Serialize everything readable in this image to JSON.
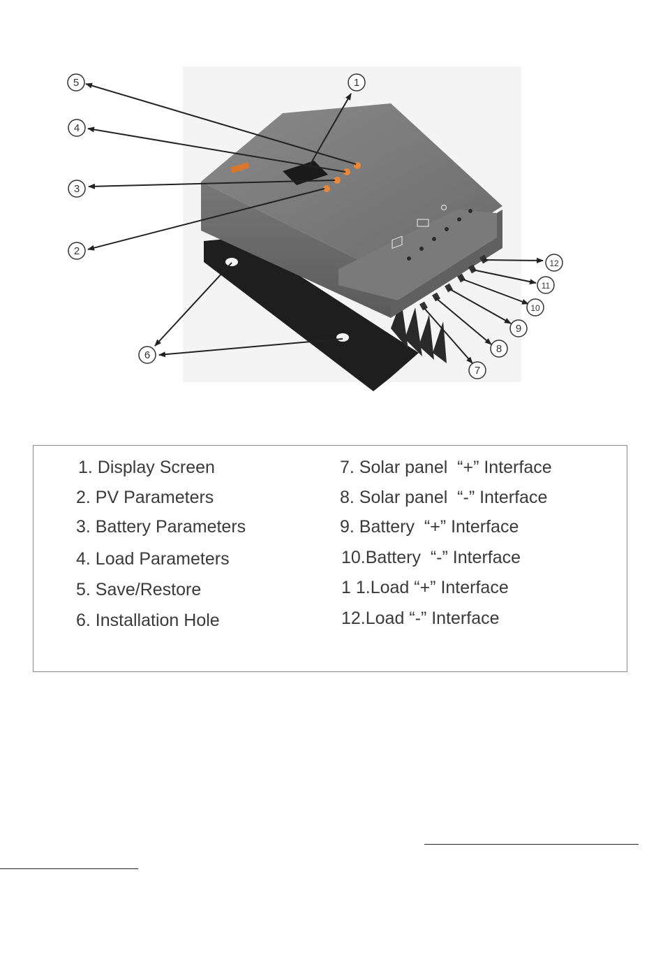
{
  "diagram": {
    "callouts": [
      "1",
      "2",
      "3",
      "4",
      "5",
      "6",
      "7",
      "8",
      "9",
      "10",
      "11",
      "12"
    ]
  },
  "legend": {
    "left": [
      "1. Display Screen",
      "2. PV Parameters",
      "3. Battery Parameters",
      "4. Load Parameters",
      "5. Save/Restore",
      "6. Installation Hole"
    ],
    "right": [
      "7. Solar panel  “+” Interface",
      "8. Solar panel  “-” Interface",
      "9. Battery  “+” Interface",
      "10.Battery  “-” Interface",
      "1 1.Load “+” Interface",
      "12.Load “-” Interface"
    ]
  },
  "colors": {
    "device_body": "#6e6e6e",
    "device_top": "#7c7c7c",
    "button_orange": "#e8873a",
    "ink": "#222222"
  }
}
